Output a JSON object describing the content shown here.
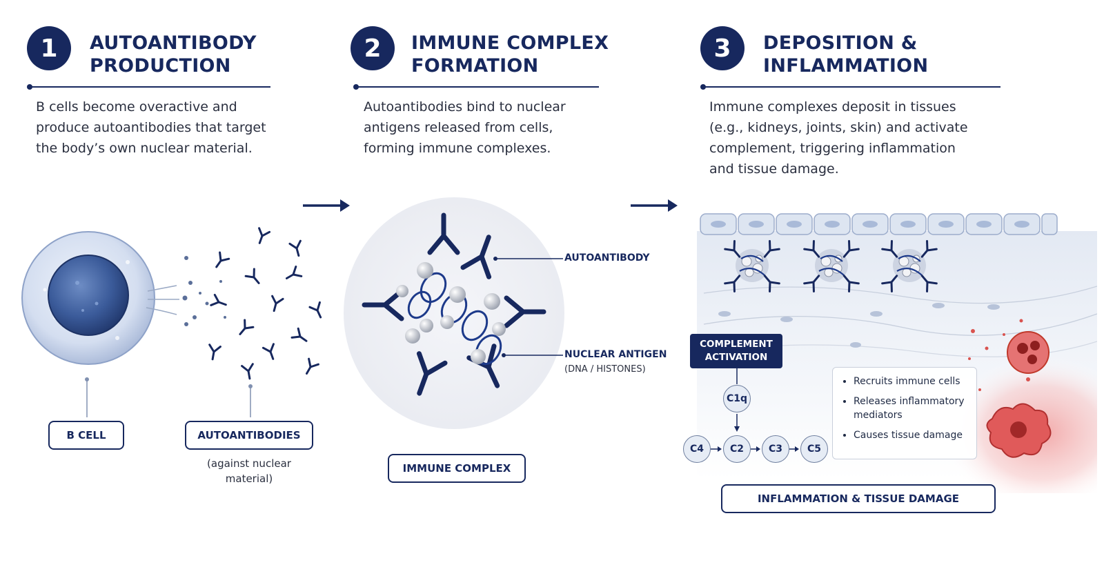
{
  "steps": [
    {
      "number": "1",
      "title_line1": "AUTOANTIBODY",
      "title_line2": "PRODUCTION",
      "desc": [
        "B cells become overactive and",
        "produce autoantibodies that target",
        "the body’s own nuclear material."
      ]
    },
    {
      "number": "2",
      "title_line1": "IMMUNE COMPLEX",
      "title_line2": "FORMATION",
      "desc": [
        "Autoantibodies bind to nuclear",
        "antigens released from cells,",
        "forming immune complexes."
      ]
    },
    {
      "number": "3",
      "title_line1": "DEPOSITION &",
      "title_line2": "INFLAMMATION",
      "desc": [
        "Immune complexes deposit in tissues",
        "(e.g., kidneys, joints, skin) and activate",
        "complement, triggering inflammation",
        "and tissue damage."
      ]
    }
  ],
  "panel1": {
    "bcell_label": "B CELL",
    "autoantibodies_label": "AUTOANTIBODIES",
    "autoantibodies_sub": [
      "(against nuclear",
      "material)"
    ]
  },
  "panel2": {
    "autoantibody_label": "AUTOANTIBODY",
    "nuclear_antigen_label": "NUCLEAR ANTIGEN",
    "nuclear_antigen_sub": "(DNA / HISTONES)",
    "immune_complex_label": "IMMUNE COMPLEX"
  },
  "panel3": {
    "complement_line1": "COMPLEMENT",
    "complement_line2": "ACTIVATION",
    "nodes": [
      "C1q",
      "C4",
      "C2",
      "C3",
      "C5"
    ],
    "effects": [
      "Recruits immune cells",
      "Releases inflammatory mediators",
      "Causes tissue damage"
    ],
    "bottom_label": "INFLAMMATION & TISSUE DAMAGE"
  },
  "colors": {
    "navy": "#17285e",
    "cell_blue": "#3b5b9a",
    "inflammation_red": "#d94a4a"
  },
  "icons": [
    "arrow-right-icon",
    "b-cell-icon",
    "antibody-icon",
    "dna-icon",
    "histone-icon",
    "neutrophil-icon",
    "macrophage-icon"
  ]
}
